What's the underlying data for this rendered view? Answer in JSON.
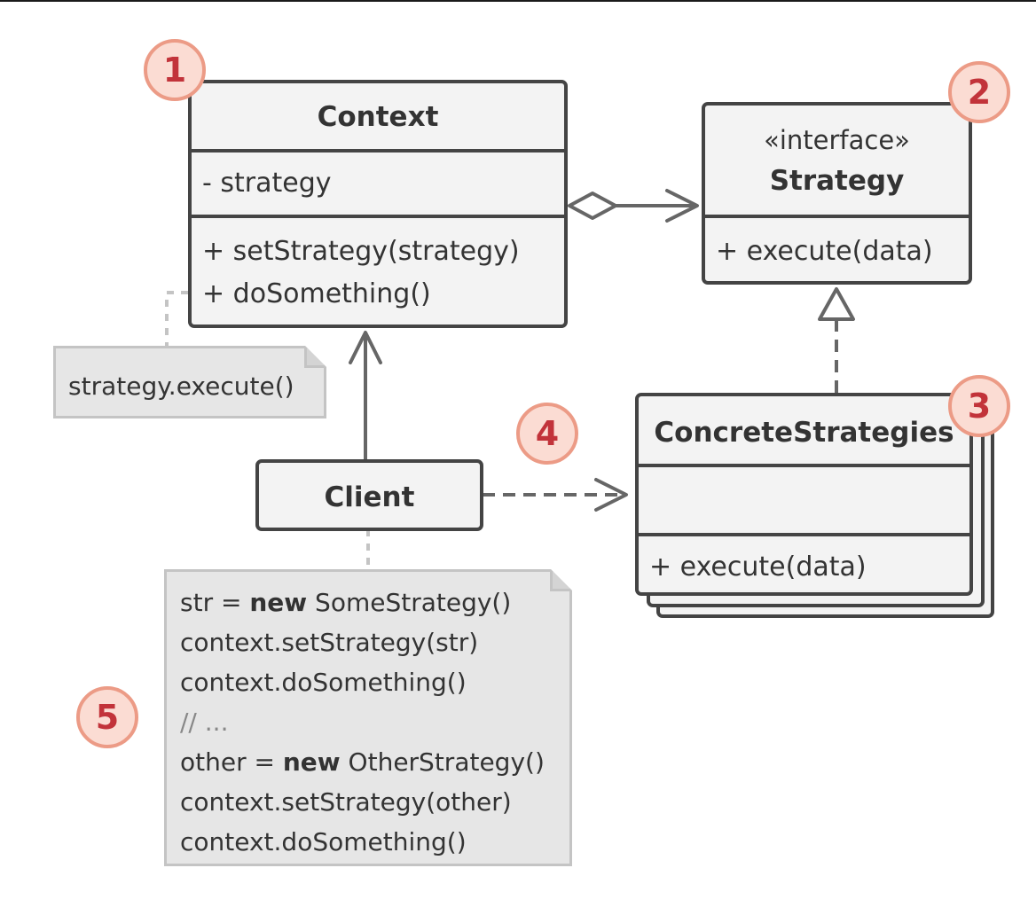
{
  "diagram": {
    "context": {
      "name": "Context",
      "field": "- strategy",
      "methods": [
        "+ setStrategy(strategy)",
        "+ doSomething()"
      ]
    },
    "strategy": {
      "stereotype": "«interface»",
      "name": "Strategy",
      "method": "+ execute(data)"
    },
    "concrete": {
      "name": "ConcreteStrategies",
      "method": "+ execute(data)"
    },
    "client": {
      "name": "Client"
    },
    "context_note": {
      "text": "strategy.execute()"
    },
    "client_note": {
      "lines": [
        {
          "pre": "str = ",
          "kw": "new",
          "post": " SomeStrategy()"
        },
        {
          "pre": "context.setStrategy(str)",
          "kw": "",
          "post": ""
        },
        {
          "pre": "context.doSomething()",
          "kw": "",
          "post": ""
        },
        {
          "pre": "// ...",
          "kw": "",
          "post": ""
        },
        {
          "pre": "other = ",
          "kw": "new",
          "post": " OtherStrategy()"
        },
        {
          "pre": "context.setStrategy(other)",
          "kw": "",
          "post": ""
        },
        {
          "pre": "context.doSomething()",
          "kw": "",
          "post": ""
        }
      ]
    },
    "badges": [
      "1",
      "2",
      "3",
      "4",
      "5"
    ],
    "colors": {
      "box_border": "#444444",
      "box_fill": "#f3f3f3",
      "note_fill": "#e6e6e6",
      "badge_fill": "#fbdcd3",
      "badge_border": "#ec9b86",
      "badge_text": "#c2333a",
      "connector": "#666666"
    }
  }
}
